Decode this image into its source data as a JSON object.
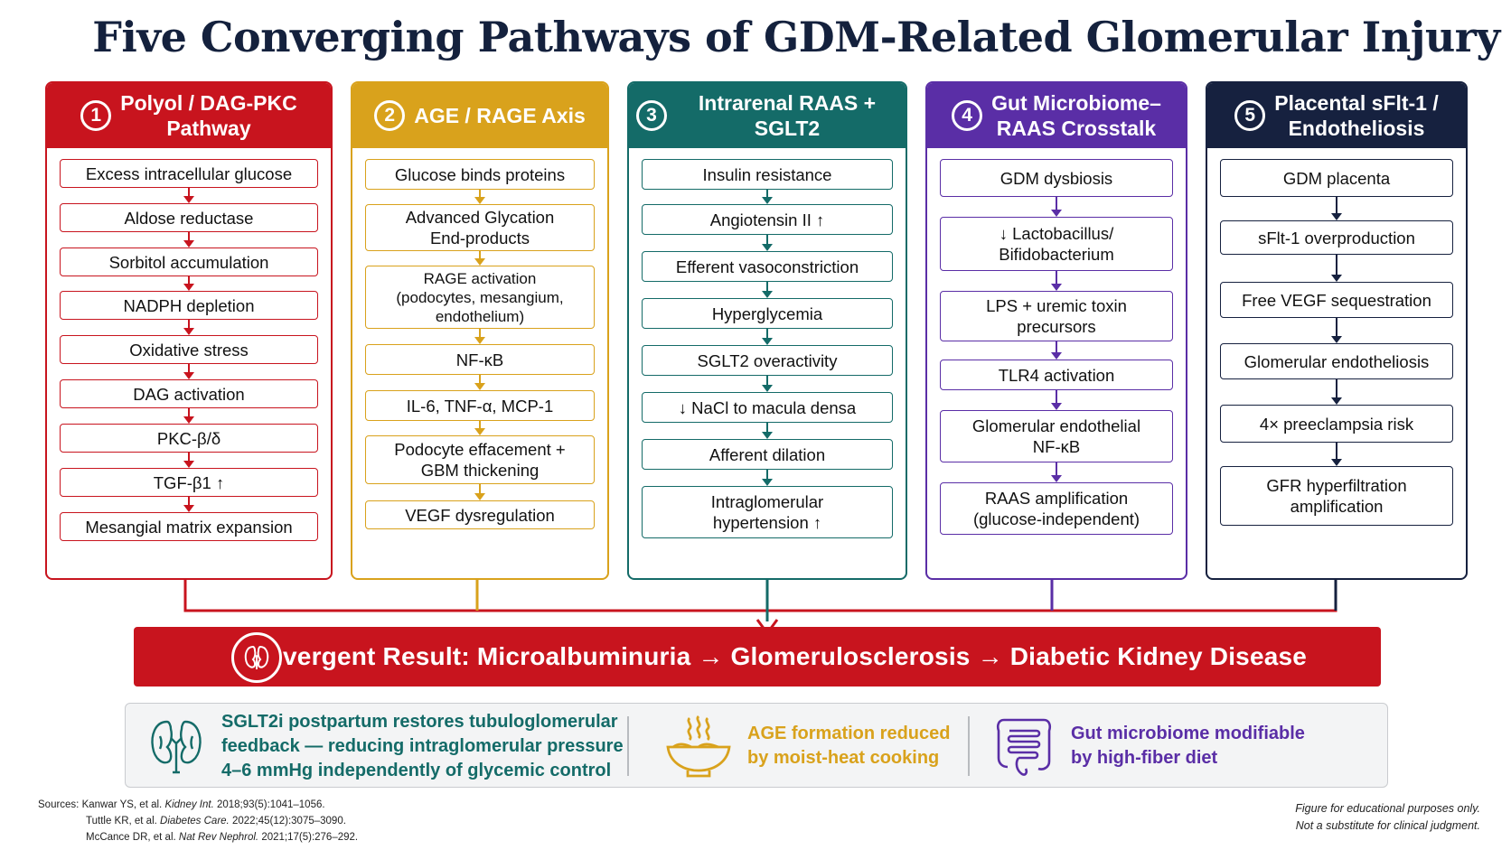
{
  "title": "Five Converging Pathways of GDM-Related Glomerular Injury",
  "colors": {
    "p1": "#c8141e",
    "p2": "#d9a21c",
    "p3": "#146b68",
    "p4": "#5a2ea6",
    "p5": "#16213f"
  },
  "panels": [
    {
      "number": "1",
      "title": "Polyol / DAG-PKC\nPathway",
      "steps": [
        "Excess intracellular glucose",
        "Aldose reductase",
        "Sorbitol accumulation",
        "NADPH depletion",
        "Oxidative stress",
        "DAG activation",
        "PKC-β/δ",
        "TGF-β1 ↑",
        "Mesangial matrix expansion"
      ]
    },
    {
      "number": "2",
      "title": "AGE / RAGE Axis",
      "steps": [
        "Glucose binds proteins",
        "Advanced Glycation\nEnd-products",
        "RAGE activation\n(podocytes, mesangium,\nendothelium)",
        "NF-κB",
        "IL-6, TNF-α, MCP-1",
        "Podocyte effacement +\nGBM thickening",
        "VEGF dysregulation"
      ]
    },
    {
      "number": "3",
      "title": "Intrarenal RAAS + SGLT2",
      "steps": [
        "Insulin resistance",
        "Angiotensin II ↑",
        "Efferent vasoconstriction",
        "Hyperglycemia",
        "SGLT2 overactivity",
        "↓ NaCl to macula densa",
        "Afferent dilation",
        "Intraglomerular\nhypertension ↑"
      ]
    },
    {
      "number": "4",
      "title": "Gut Microbiome–\nRAAS Crosstalk",
      "steps": [
        "GDM dysbiosis",
        "↓ Lactobacillus/\nBifidobacterium",
        "LPS + uremic toxin\nprecursors",
        "TLR4 activation",
        "Glomerular endothelial\nNF-κB",
        "RAAS amplification\n(glucose-independent)"
      ]
    },
    {
      "number": "5",
      "title": "Placental sFlt-1 /\nEndotheliosis",
      "steps": [
        "GDM placenta",
        "sFlt-1 overproduction",
        "Free VEGF sequestration",
        "Glomerular endotheliosis",
        "4× preeclampsia risk",
        "GFR hyperfiltration\namplification"
      ]
    }
  ],
  "result": "Convergent Result:  Microalbuminuria → Glomerulosclerosis → Diabetic Kidney Disease",
  "notes": [
    {
      "text": "SGLT2i postpartum restores tubuloglomerular\nfeedback — reducing intraglomerular pressure\n4–6 mmHg independently of glycemic control",
      "color": "#146b68",
      "icon": "kidney-icon"
    },
    {
      "text": "AGE formation reduced\nby moist-heat cooking",
      "color": "#d9a21c",
      "icon": "steaming-bowl-icon"
    },
    {
      "text": "Gut microbiome modifiable\nby high-fiber diet",
      "color": "#5a2ea6",
      "icon": "intestine-icon"
    }
  ],
  "sources": {
    "label": "Sources:",
    "refs": [
      {
        "authors": "Kanwar YS, et al. ",
        "journal": "Kidney Int.",
        "details": " 2018;93(5):1041–1056."
      },
      {
        "authors": "Tuttle KR, et al. ",
        "journal": "Diabetes Care.",
        "details": " 2022;45(12):3075–3090."
      },
      {
        "authors": "McCance DR, et al. ",
        "journal": "Nat Rev Nephrol.",
        "details": " 2021;17(5):276–292."
      }
    ]
  },
  "disclaimer": {
    "line1": "Figure for educational purposes only.",
    "line2": "Not a substitute for clinical judgment."
  }
}
